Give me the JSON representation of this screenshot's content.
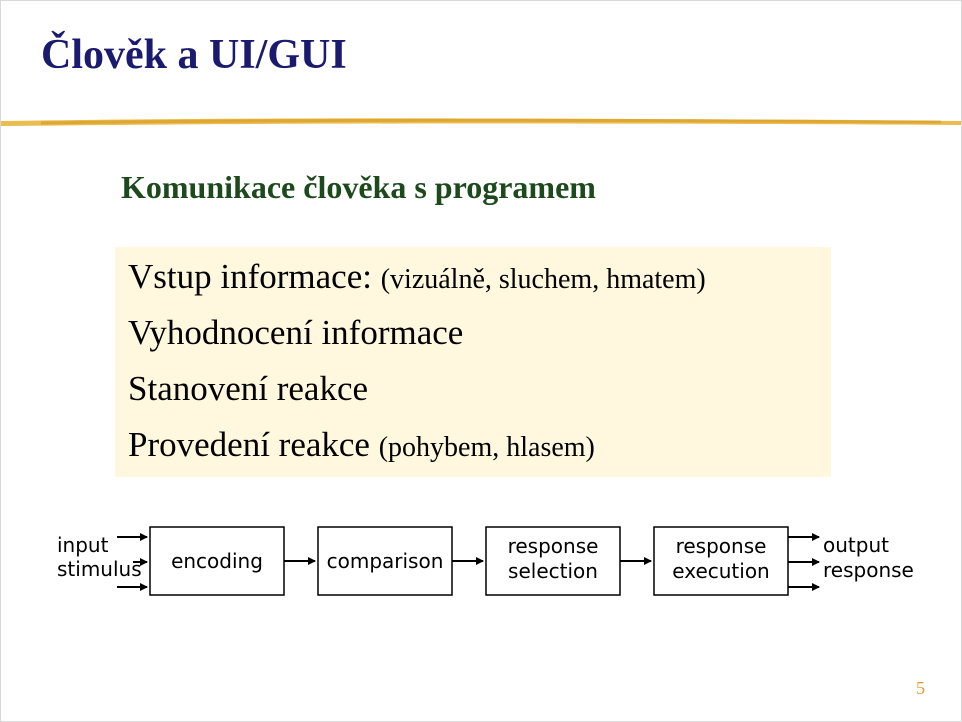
{
  "slide": {
    "title": "Člověk a UI/GUI",
    "subtitle": "Komunikace člověka s programem",
    "page_number": "5",
    "colors": {
      "title": "#1a1a6e",
      "subtitle": "#1d4a1d",
      "box_bg": "#fff7de",
      "rule": "#e8b030"
    }
  },
  "bullets": [
    {
      "main": "Vstup informace:",
      "detail": "(vizuálně, sluchem, hmatem)"
    },
    {
      "main": "Vyhodnocení informace",
      "detail": ""
    },
    {
      "main": "Stanovení reakce",
      "detail": ""
    },
    {
      "main": "Provedení reakce",
      "detail": "(pohybem, hlasem)"
    }
  ],
  "diagram": {
    "input_label": [
      "input",
      "stimulus"
    ],
    "output_label": [
      "output",
      "response"
    ],
    "stages": [
      {
        "lines": [
          "encoding"
        ]
      },
      {
        "lines": [
          "comparison"
        ]
      },
      {
        "lines": [
          "response",
          "selection"
        ]
      },
      {
        "lines": [
          "response",
          "execution"
        ]
      }
    ]
  }
}
